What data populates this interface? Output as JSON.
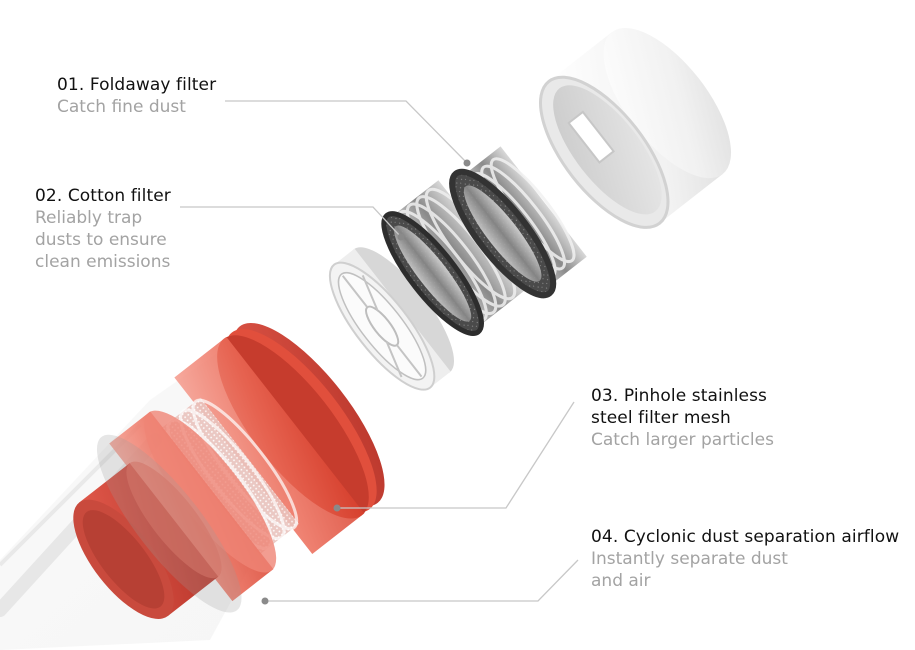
{
  "diagram": {
    "subject": "Exploded view of vacuum cleaner dust cup filtration system",
    "colors": {
      "accent_red": "#e8523f",
      "title_text": "#111111",
      "desc_text": "#a3a3a3",
      "leader_line": "#c8c8c8",
      "leader_dot": "#888888",
      "background": "#ffffff"
    },
    "callouts": [
      {
        "number": "01",
        "title_lines": [
          "01. Foldaway filter"
        ],
        "description_lines": [
          "Catch fine dust"
        ]
      },
      {
        "number": "02",
        "title_lines": [
          "02. Cotton filter"
        ],
        "description_lines": [
          "Reliably trap",
          "dusts to ensure",
          "clean emissions"
        ]
      },
      {
        "number": "03",
        "title_lines": [
          "03. Pinhole stainless",
          "steel filter mesh"
        ],
        "description_lines": [
          "Catch larger particles"
        ]
      },
      {
        "number": "04",
        "title_lines": [
          "04. Cyclonic dust separation airflow"
        ],
        "description_lines": [
          "Instantly separate dust",
          "and air"
        ]
      }
    ],
    "components": [
      {
        "name": "end-cap",
        "color": "#f2f2f2"
      },
      {
        "name": "foldaway-filter",
        "color": "#3a3a3a"
      },
      {
        "name": "cotton-filter",
        "color": "#4a4a4a"
      },
      {
        "name": "stainless-mesh-filter",
        "color": "#e6e6e6"
      },
      {
        "name": "cyclone-separator",
        "color": "#e8523f"
      },
      {
        "name": "dust-cup",
        "color": "#eeeeee"
      }
    ]
  }
}
